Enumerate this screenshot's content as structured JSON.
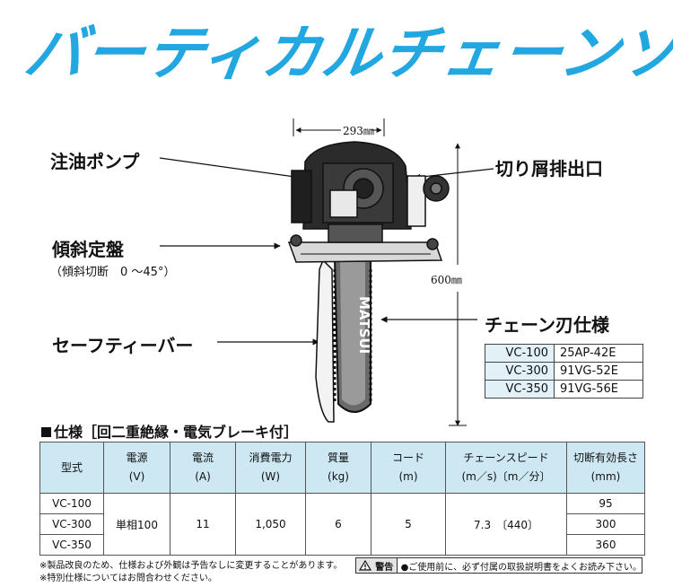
{
  "title": "バーティカルチェーンソー",
  "labels": {
    "oil_pump": "注油ポンプ",
    "chip_outlet": "切り屑排出口",
    "tilt_base": "傾斜定盤",
    "tilt_base_note": "（傾斜切断　0 ～45°）",
    "safety_bar": "セーフティーバー",
    "chain_spec_title": "チェーン刃仕様",
    "width_dim": "293㎜",
    "height_dim": "600㎜",
    "bar_brand": "MATSUI"
  },
  "chain_spec": [
    {
      "model": "VC-100",
      "chain": "25AP-42E"
    },
    {
      "model": "VC-300",
      "chain": "91VG-52E"
    },
    {
      "model": "VC-350",
      "chain": "91VG-56E"
    }
  ],
  "spec": {
    "title": "仕様［回二重絶縁・電気ブレーキ付］",
    "headers": [
      {
        "name": "型式",
        "unit": ""
      },
      {
        "name": "電源",
        "unit": "(V)"
      },
      {
        "name": "電流",
        "unit": "(A)"
      },
      {
        "name": "消費電力",
        "unit": "(W)"
      },
      {
        "name": "質量",
        "unit": "(kg)"
      },
      {
        "name": "コード",
        "unit": "(m)"
      },
      {
        "name": "チェーンスピード",
        "unit": "(m／s)〔m／分〕"
      },
      {
        "name": "切断有効長さ",
        "unit": "(mm)"
      }
    ],
    "models": [
      "VC-100",
      "VC-300",
      "VC-350"
    ],
    "power": "単相100",
    "current": "11",
    "consumption": "1,050",
    "mass": "6",
    "cord": "5",
    "speed": "7.3　〔440〕",
    "cut_lengths": [
      "95",
      "300",
      "360"
    ]
  },
  "notes": {
    "note1": "※製品改良のため、仕様および外観は予告なしに変更することがあります。",
    "note2": "※特別仕様についてはお問合わせください。"
  },
  "warning": {
    "label": "警告",
    "text": "●ご使用前に、必ず付属の取扱説明書をよくお読み下さい。"
  }
}
